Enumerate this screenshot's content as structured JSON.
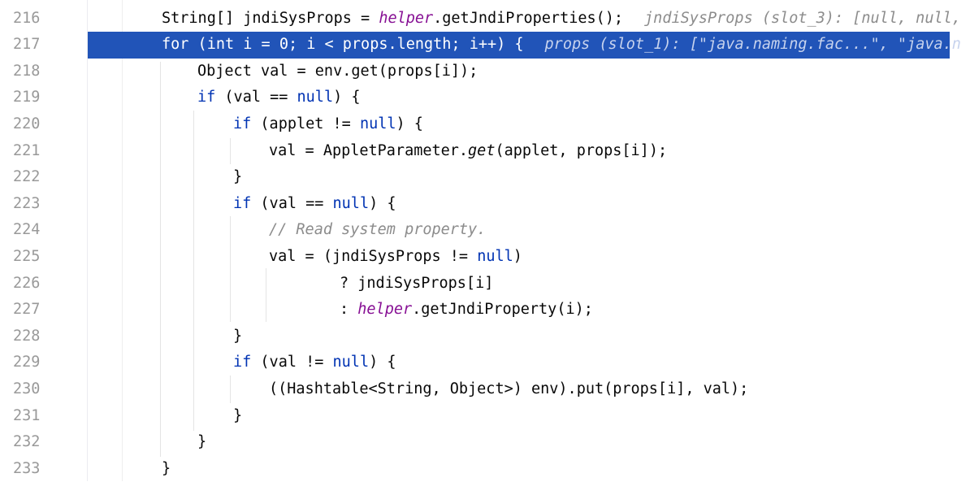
{
  "editor": {
    "lines": [
      {
        "num": "216",
        "tokens": [
          {
            "t": "String[] jndiSysProps = ",
            "c": "tok"
          },
          {
            "t": "helper",
            "c": "field"
          },
          {
            "t": ".getJndiProperties();",
            "c": "tok"
          },
          {
            "t": "jndiSysProps (slot_3): [null, null, ",
            "c": "hint"
          }
        ]
      },
      {
        "num": "217",
        "tokens": [
          {
            "t": "for",
            "c": "kw"
          },
          {
            "t": " (",
            "c": "tok"
          },
          {
            "t": "int",
            "c": "kw"
          },
          {
            "t": " i = 0; i < props.length; i++) {",
            "c": "tok"
          },
          {
            "t": "props (slot_1): [\"java.naming.fac...\", \"java.n",
            "c": "hint"
          }
        ]
      },
      {
        "num": "218",
        "tokens": [
          {
            "t": "Object val = env.get(props[i]);",
            "c": "tok"
          }
        ]
      },
      {
        "num": "219",
        "tokens": [
          {
            "t": "if",
            "c": "kw"
          },
          {
            "t": " (val == ",
            "c": "tok"
          },
          {
            "t": "null",
            "c": "kw-null"
          },
          {
            "t": ") {",
            "c": "tok"
          }
        ]
      },
      {
        "num": "220",
        "tokens": [
          {
            "t": "if",
            "c": "kw"
          },
          {
            "t": " (applet != ",
            "c": "tok"
          },
          {
            "t": "null",
            "c": "kw-null"
          },
          {
            "t": ") {",
            "c": "tok"
          }
        ]
      },
      {
        "num": "221",
        "tokens": [
          {
            "t": "val = AppletParameter.",
            "c": "tok"
          },
          {
            "t": "get",
            "c": "static-call"
          },
          {
            "t": "(applet, props[i]);",
            "c": "tok"
          }
        ]
      },
      {
        "num": "222",
        "tokens": [
          {
            "t": "}",
            "c": "tok"
          }
        ]
      },
      {
        "num": "223",
        "tokens": [
          {
            "t": "if",
            "c": "kw"
          },
          {
            "t": " (val == ",
            "c": "tok"
          },
          {
            "t": "null",
            "c": "kw-null"
          },
          {
            "t": ") {",
            "c": "tok"
          }
        ]
      },
      {
        "num": "224",
        "tokens": [
          {
            "t": "// Read system property.",
            "c": "comment"
          }
        ]
      },
      {
        "num": "225",
        "tokens": [
          {
            "t": "val = (jndiSysProps != ",
            "c": "tok"
          },
          {
            "t": "null",
            "c": "kw-null"
          },
          {
            "t": ")",
            "c": "tok"
          }
        ]
      },
      {
        "num": "226",
        "tokens": [
          {
            "t": "? jndiSysProps[i]",
            "c": "tok"
          }
        ]
      },
      {
        "num": "227",
        "tokens": [
          {
            "t": ": ",
            "c": "tok"
          },
          {
            "t": "helper",
            "c": "field"
          },
          {
            "t": ".getJndiProperty(i);",
            "c": "tok"
          }
        ]
      },
      {
        "num": "228",
        "tokens": [
          {
            "t": "}",
            "c": "tok"
          }
        ]
      },
      {
        "num": "229",
        "tokens": [
          {
            "t": "if",
            "c": "kw"
          },
          {
            "t": " (val != ",
            "c": "tok"
          },
          {
            "t": "null",
            "c": "kw-null"
          },
          {
            "t": ") {",
            "c": "tok"
          }
        ]
      },
      {
        "num": "230",
        "tokens": [
          {
            "t": "((Hashtable<String, Object>) env).put(props[i], val);",
            "c": "tok"
          }
        ]
      },
      {
        "num": "231",
        "tokens": [
          {
            "t": "}",
            "c": "tok"
          }
        ]
      },
      {
        "num": "232",
        "tokens": [
          {
            "t": "}",
            "c": "tok"
          }
        ]
      },
      {
        "num": "233",
        "tokens": [
          {
            "t": "}",
            "c": "tok"
          }
        ]
      }
    ],
    "current_line": "217"
  },
  "colors": {
    "keyword": "#0033b3",
    "field": "#871094",
    "comment": "#8c8c8c",
    "line_number": "#999999",
    "execution_highlight": "#2154b8"
  }
}
